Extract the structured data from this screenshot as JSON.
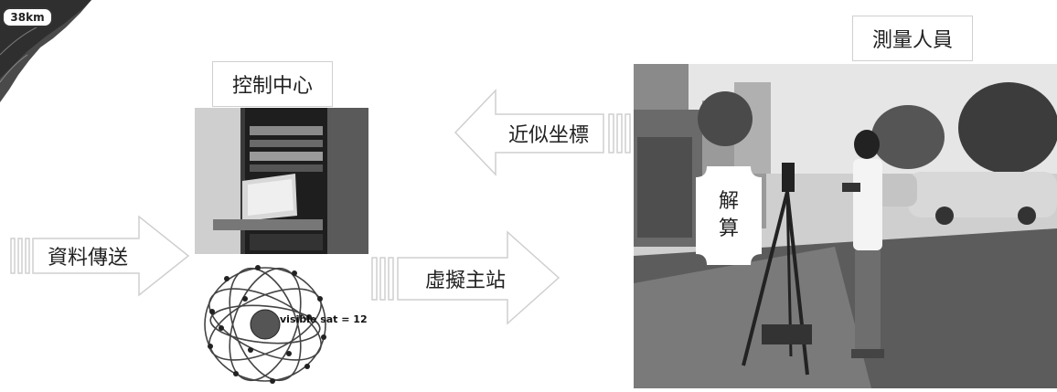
{
  "map_badge": {
    "text": "38km"
  },
  "labels": {
    "control_center": "控制中心",
    "surveyor": "測量人員",
    "data_transfer": "資料傳送",
    "approx_coord": "近似坐標",
    "virtual_station": "虛擬主站",
    "solve_line1": "解",
    "solve_line2": "算"
  },
  "satellite": {
    "caption": "visible sat = 12"
  }
}
